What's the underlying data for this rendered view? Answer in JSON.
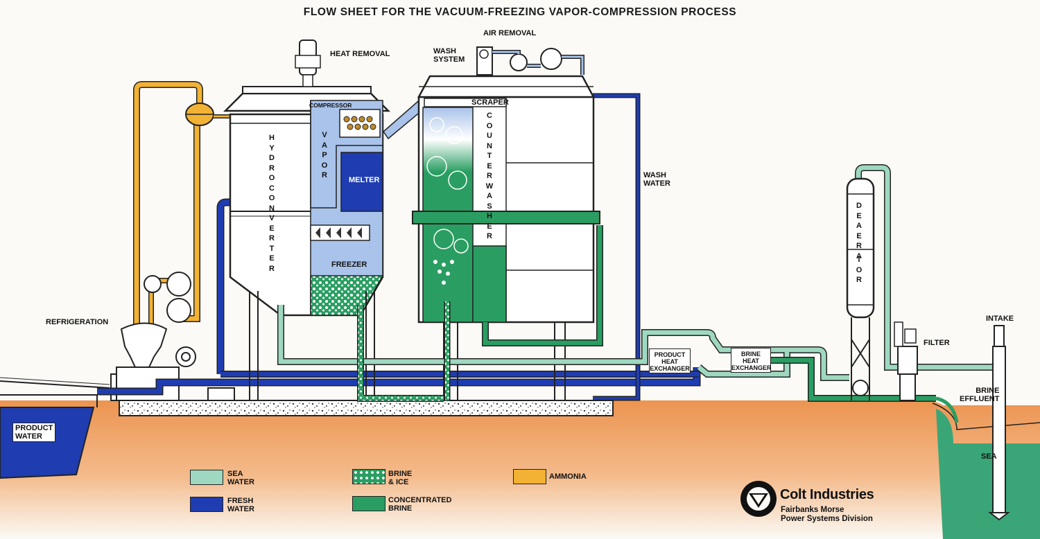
{
  "title": "FLOW SHEET FOR THE VACUUM-FREEZING VAPOR-COMPRESSION PROCESS",
  "labels": {
    "air_removal": "AIR REMOVAL",
    "heat_removal": "HEAT REMOVAL",
    "wash_system": "WASH\nSYSTEM",
    "compressor": "COMPRESSOR",
    "scraper": "SCRAPER",
    "melter": "MELTER",
    "freezer": "FREEZER",
    "wash_water": "WASH\nWATER",
    "refrigeration": "REFRIGERATION",
    "product_water": "PRODUCT\nWATER",
    "intake": "INTAKE",
    "filter": "FILTER",
    "brine_effluent": "BRINE\nEFFLUENT",
    "sea": "SEA",
    "product_heat_exchanger": "PRODUCT\nHEAT\nEXCHANGER",
    "brine_heat_exchanger": "BRINE\nHEAT\nEXCHANGER"
  },
  "vertical_labels": {
    "hydroconverter": "HYDROCONVERTER",
    "vapor": "VAPOR",
    "counterwasher": "COUNTERWASHER",
    "deaerator_top": "DEAERA",
    "deaerator_bottom": "TOR"
  },
  "legend": [
    {
      "label": "SEA\nWATER",
      "color": "#9fd8c0"
    },
    {
      "label": "FRESH\nWATER",
      "color": "#1f3db0"
    },
    {
      "label": "BRINE\n& ICE",
      "color": "#3aa867"
    },
    {
      "label": "CONCENTRATED\nBRINE",
      "color": "#2a9e62"
    },
    {
      "label": "AMMONIA",
      "color": "#f2b233"
    }
  ],
  "logo": {
    "name": "Colt Industries",
    "subtitle": "Fairbanks Morse\nPower Systems Division"
  },
  "colors": {
    "sea_water": "#9fd8c0",
    "fresh_water": "#1f3db0",
    "concentrated_brine": "#2a9e62",
    "ammonia": "#f2b233",
    "vapor": "#a9c3ea",
    "ground": "#f0a870",
    "sea": "#3aa678"
  }
}
